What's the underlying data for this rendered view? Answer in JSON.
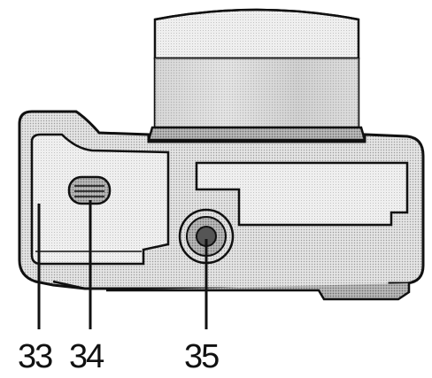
{
  "figure": {
    "view": "camera-bottom-view",
    "callouts": [
      {
        "number": "33",
        "part": "battery-card-door"
      },
      {
        "number": "34",
        "part": "door-release-latch"
      },
      {
        "number": "35",
        "part": "tripod-socket"
      }
    ]
  },
  "colors": {
    "ink": "#111111",
    "body_fill": "#d9d9d9",
    "lens_fill": "#cfcfcf",
    "background": "#ffffff"
  }
}
